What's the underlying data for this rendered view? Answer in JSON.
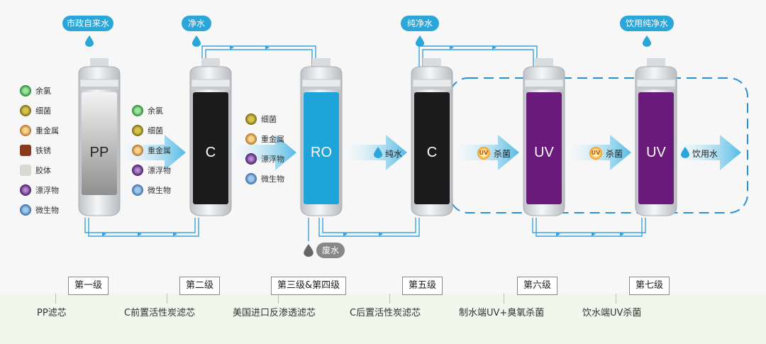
{
  "labels": {
    "tap_water": "市政自来水",
    "clean_water": "净水",
    "pure_water": "纯净水",
    "drinking_pure_water": "饮用纯净水",
    "waste_water": "废水"
  },
  "cartridges": [
    "PP",
    "C",
    "RO",
    "C",
    "UV",
    "UV"
  ],
  "pp_contaminants": [
    "余氯",
    "细菌",
    "重金属",
    "铁锈",
    "胶体",
    "漂浮物",
    "微生物"
  ],
  "c_contaminants": [
    "余氯",
    "细菌",
    "重金属",
    "漂浮物",
    "微生物"
  ],
  "ro_contaminants": [
    "细菌",
    "重金属",
    "漂浮物",
    "微生物"
  ],
  "arrow_labels": {
    "pure": "纯水",
    "sterilize1": "杀菌",
    "sterilize2": "杀菌",
    "drinking": "饮用水",
    "uv_badge": "UV"
  },
  "stages": [
    "第一级",
    "第二级",
    "第三级&第四级",
    "第五级",
    "第六级",
    "第七级"
  ],
  "filter_names": [
    "PP滤芯",
    "C前置活性炭滤芯",
    "美国进口反渗透滤芯",
    "C后置活性炭滤芯",
    "制水端UV+臭氧杀菌",
    "饮水端UV杀菌"
  ],
  "colors": {
    "accent": "#2aa6d9",
    "flow_line": "#3aa3dc",
    "pp_core": "#c9c9c9",
    "carbon_core": "#1b1b1b",
    "ro_core": "#1ea4d8",
    "uv_core": "#6a1a7a",
    "dashed_box": "#2a8fd6"
  }
}
